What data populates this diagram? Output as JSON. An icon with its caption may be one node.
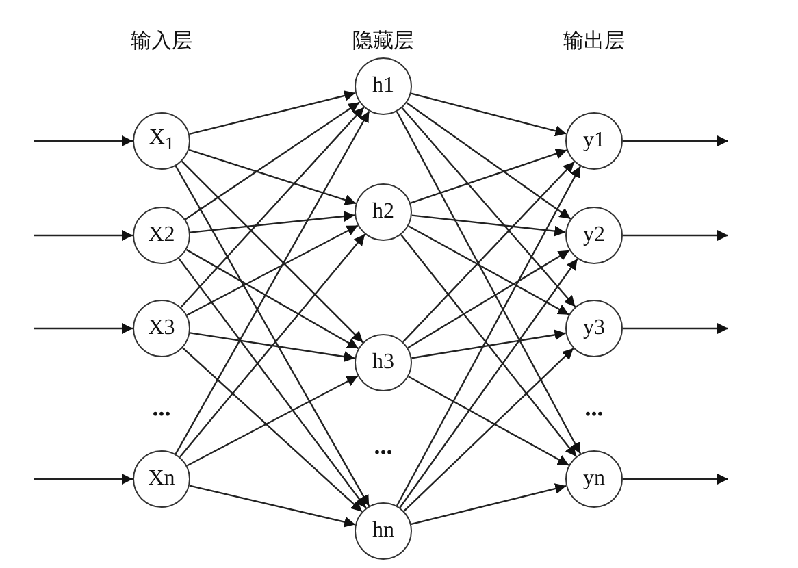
{
  "diagram": {
    "nodes": [
      {
        "text": [
          "X$_{1}$"
        ]
      },
      {
        "text": [
          "X2"
        ]
      },
      {
        "text": [
          "X3"
        ]
      },
      {
        "text": [
          "Xn"
        ]
      },
      {
        "text": [
          "h1"
        ]
      },
      {
        "text": [
          "h2"
        ]
      },
      {
        "text": [
          "h3"
        ]
      },
      {
        "text": [
          "hn"
        ]
      },
      {
        "text": [
          "y1"
        ]
      },
      {
        "text": [
          "y2"
        ]
      },
      {
        "text": [
          "y3"
        ]
      },
      {
        "text": [
          "yn"
        ]
      }
    ],
    "edges": [
      {
        "from": null,
        "to": 0,
        "arrow": "to"
      },
      {
        "from": null,
        "to": 1,
        "arrow": "to"
      },
      {
        "from": null,
        "to": 2,
        "arrow": "to"
      },
      {
        "from": null,
        "to": 3,
        "arrow": "to"
      },
      {
        "from": 0,
        "to": 4,
        "arrow": "to"
      },
      {
        "from": 0,
        "to": 5,
        "arrow": "to"
      },
      {
        "from": 0,
        "to": 6,
        "arrow": "to"
      },
      {
        "from": 0,
        "to": 7,
        "arrow": "to"
      },
      {
        "from": 1,
        "to": 4,
        "arrow": "to"
      },
      {
        "from": 1,
        "to": 5,
        "arrow": "to"
      },
      {
        "from": 1,
        "to": 6,
        "arrow": "to"
      },
      {
        "from": 1,
        "to": 7,
        "arrow": "to"
      },
      {
        "from": 2,
        "to": 4,
        "arrow": "to"
      },
      {
        "from": 2,
        "to": 5,
        "arrow": "to"
      },
      {
        "from": 2,
        "to": 6,
        "arrow": "to"
      },
      {
        "from": 2,
        "to": 7,
        "arrow": "to"
      },
      {
        "from": 3,
        "to": 4,
        "arrow": "to"
      },
      {
        "from": 3,
        "to": 5,
        "arrow": "to"
      },
      {
        "from": 3,
        "to": 6,
        "arrow": "to"
      },
      {
        "from": 3,
        "to": 7,
        "arrow": "to"
      },
      {
        "from": 4,
        "to": 8,
        "arrow": "to"
      },
      {
        "from": 4,
        "to": 9,
        "arrow": "to"
      },
      {
        "from": 4,
        "to": 10,
        "arrow": "to"
      },
      {
        "from": 4,
        "to": 11,
        "arrow": "to"
      },
      {
        "from": 5,
        "to": 8,
        "arrow": "to"
      },
      {
        "from": 5,
        "to": 9,
        "arrow": "to"
      },
      {
        "from": 5,
        "to": 10,
        "arrow": "to"
      },
      {
        "from": 5,
        "to": 11,
        "arrow": "to"
      },
      {
        "from": 6,
        "to": 8,
        "arrow": "to"
      },
      {
        "from": 6,
        "to": 9,
        "arrow": "to"
      },
      {
        "from": 6,
        "to": 10,
        "arrow": "to"
      },
      {
        "from": 6,
        "to": 11,
        "arrow": "to"
      },
      {
        "from": 7,
        "to": 8,
        "arrow": "to"
      },
      {
        "from": 7,
        "to": 9,
        "arrow": "to"
      },
      {
        "from": 7,
        "to": 10,
        "arrow": "to"
      },
      {
        "from": 7,
        "to": 11,
        "arrow": "to"
      },
      {
        "from": 8,
        "to": null,
        "arrow": "to"
      },
      {
        "from": 9,
        "to": null,
        "arrow": "to"
      },
      {
        "from": 10,
        "to": null,
        "arrow": "to"
      },
      {
        "from": 11,
        "to": null,
        "arrow": "to"
      }
    ],
    "labels": [
      "输入层",
      "隐藏层",
      "输出层",
      "...",
      "...",
      "..."
    ]
  }
}
